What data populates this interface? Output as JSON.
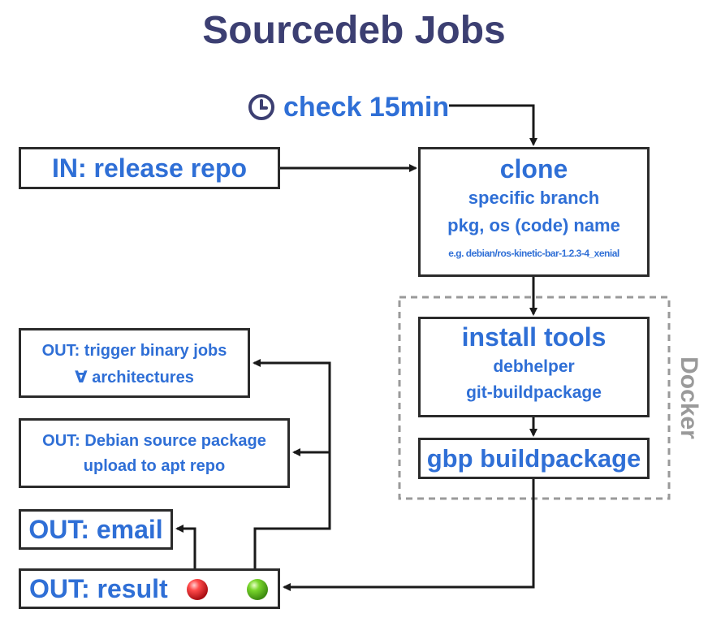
{
  "title": "Sourcedeb Jobs",
  "trigger": {
    "icon": "clock-icon",
    "label": "check 15min"
  },
  "input_box": {
    "label": "IN: release repo"
  },
  "clone_box": {
    "title": "clone",
    "line1": "specific branch",
    "line2": "pkg, os (code) name",
    "example": "e.g. debian/ros-kinetic-bar-1.2.3-4_xenial"
  },
  "docker": {
    "label": "Docker",
    "install_box": {
      "title": "install tools",
      "line1": "debhelper",
      "line2": "git-buildpackage"
    },
    "build_box": {
      "title": "gbp buildpackage"
    }
  },
  "outputs": {
    "binary": {
      "line1": "OUT: trigger binary jobs",
      "line2": "∀ architectures"
    },
    "source": {
      "line1": "OUT: Debian source package",
      "line2": "upload to apt repo"
    },
    "email": {
      "label": "OUT: email"
    },
    "result": {
      "label": "OUT: result",
      "fail_color": "#e0262b",
      "success_color": "#5bb81e"
    }
  },
  "colors": {
    "text": "#2f6fd6",
    "title": "#3c3f72",
    "border": "#2b2b2b",
    "docker": "#9a9a9a"
  }
}
